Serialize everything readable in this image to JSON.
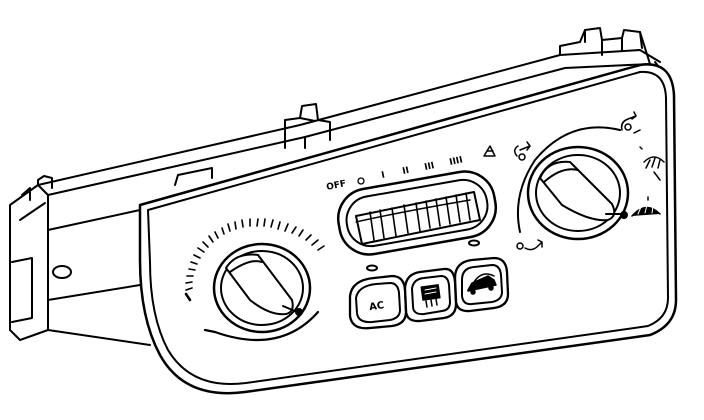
{
  "fan_labels": {
    "off": "OFF",
    "speed_1": "I",
    "speed_2": "II",
    "speed_3": "III",
    "speed_4": "IIII"
  },
  "buttons": {
    "ac_label": "AC"
  },
  "colors": {
    "line": "#000000",
    "background": "#ffffff"
  }
}
